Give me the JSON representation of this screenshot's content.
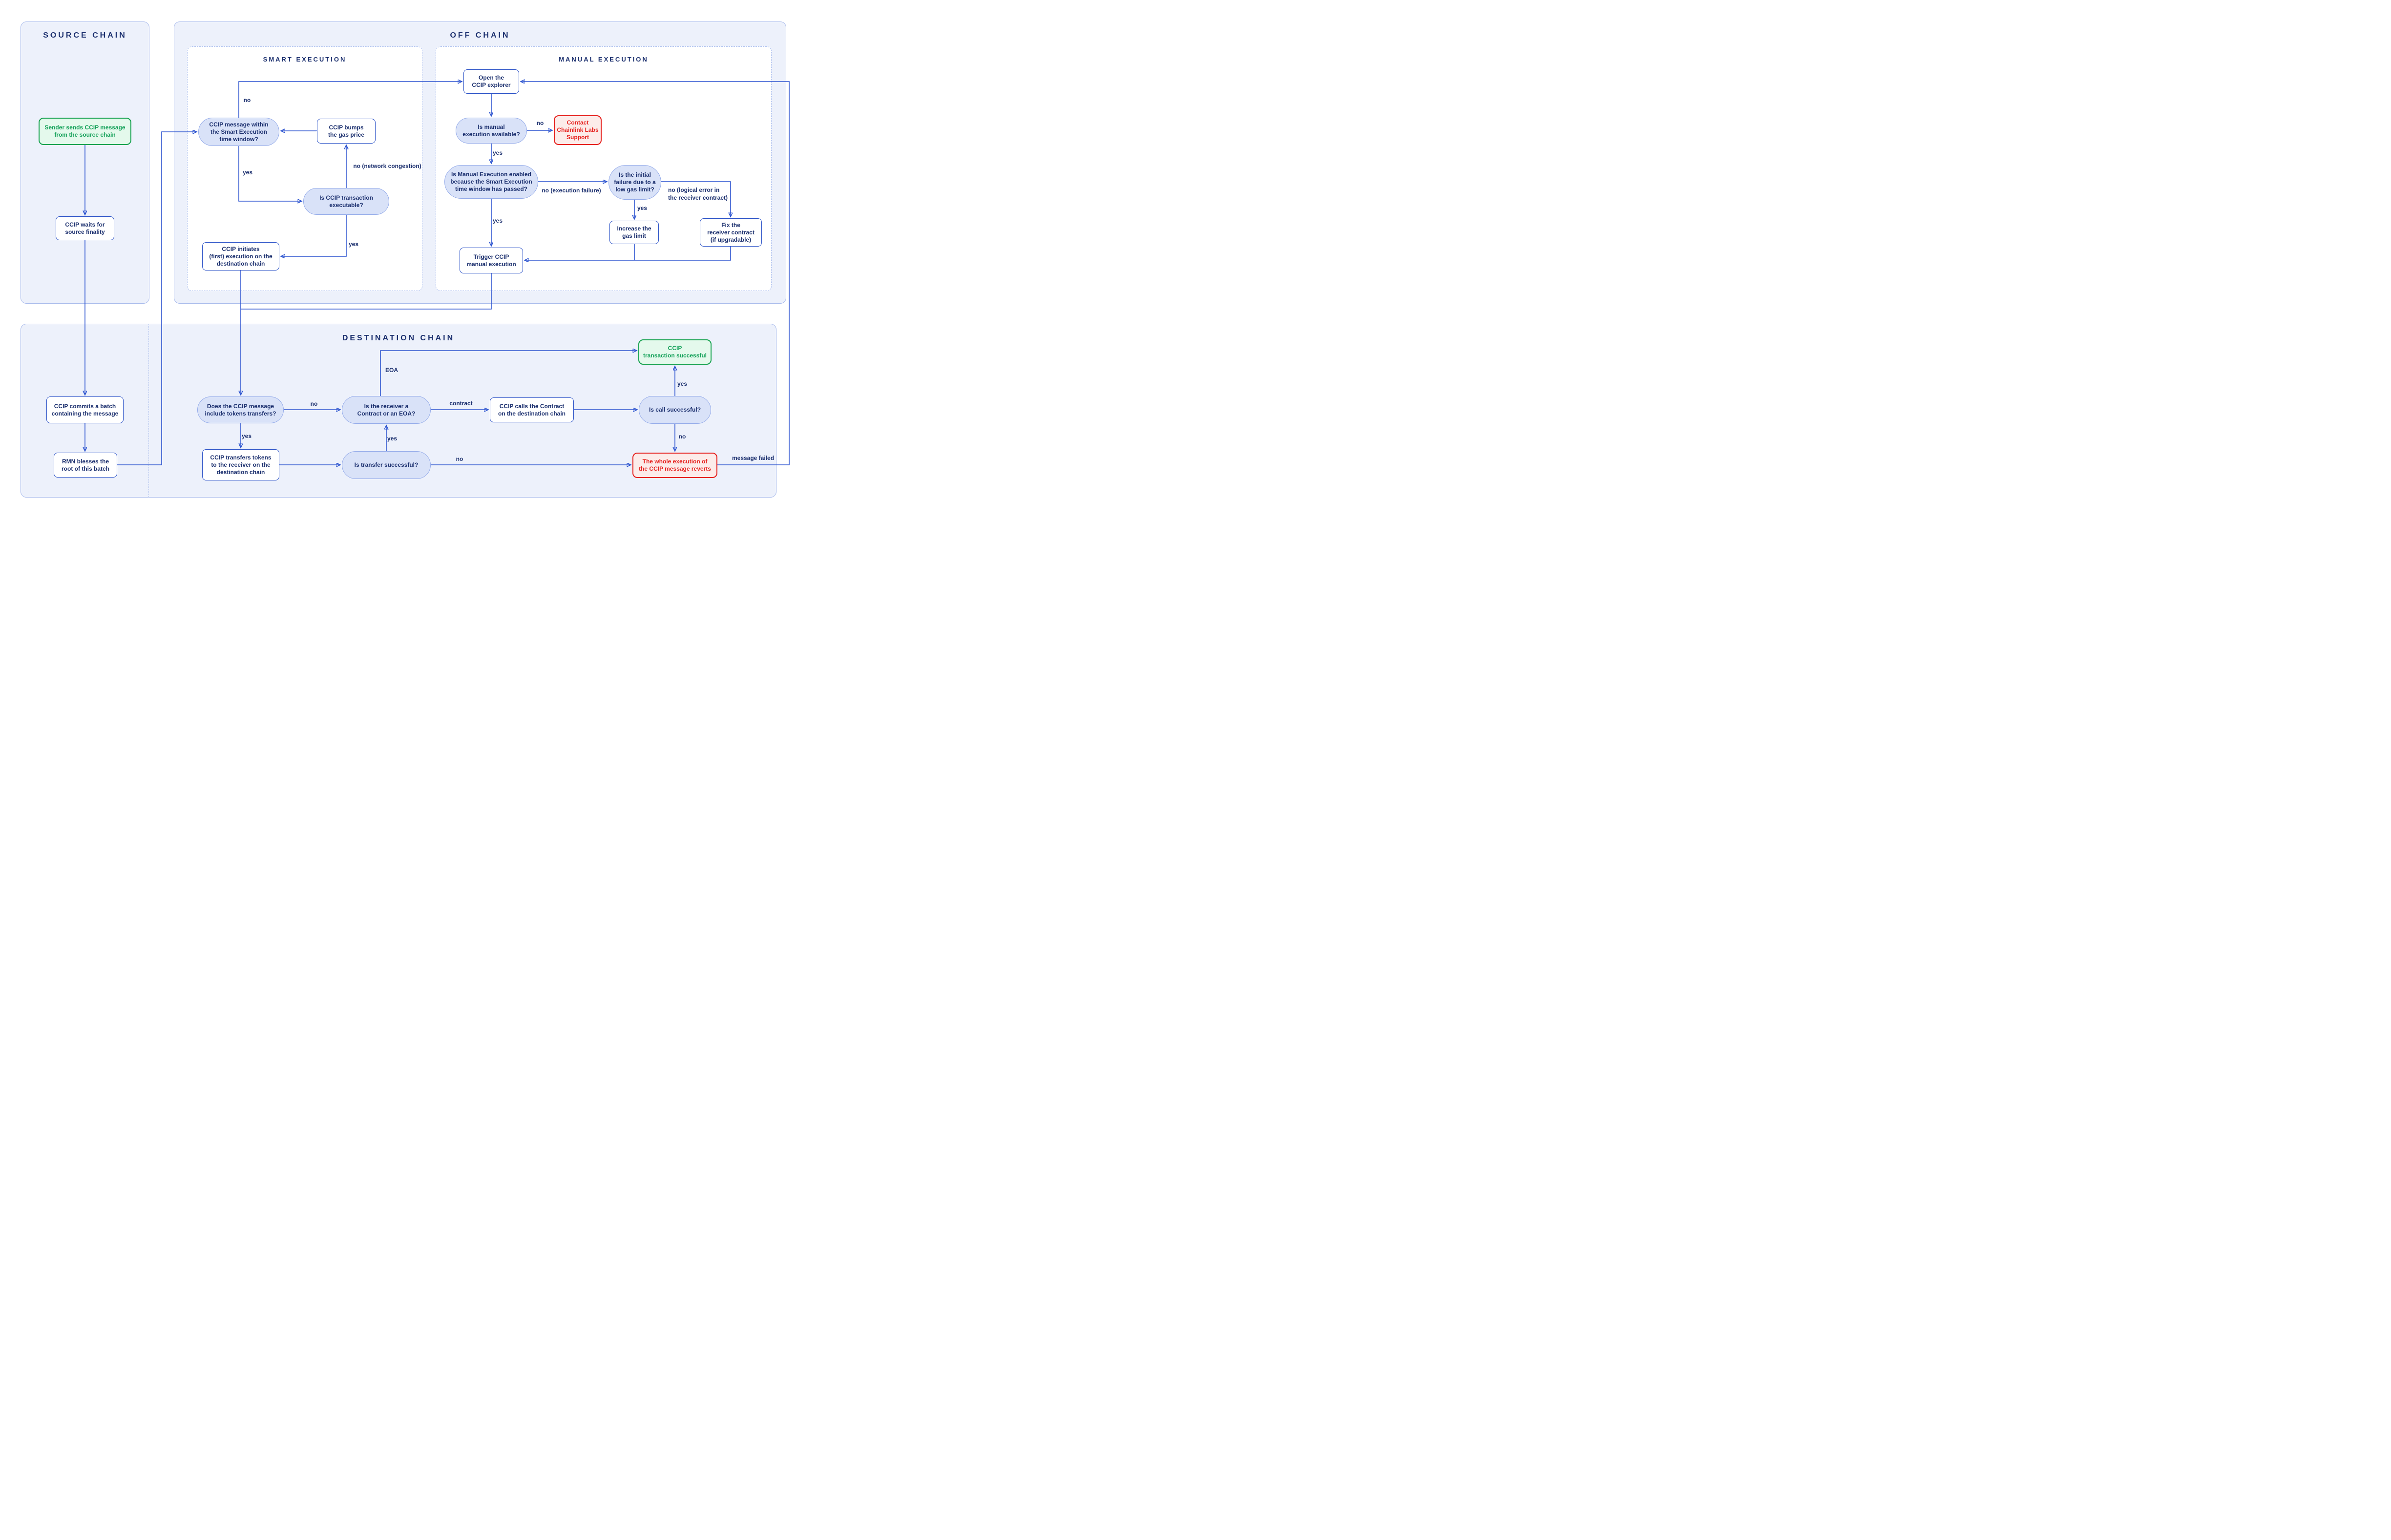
{
  "sections": {
    "source": "SOURCE CHAIN",
    "offchain": "OFF CHAIN",
    "smart": "SMART EXECUTION",
    "manual": "MANUAL EXECUTION",
    "destination": "DESTINATION CHAIN"
  },
  "nodes": {
    "sender": {
      "text": "Sender sends CCIP message\nfrom the source chain"
    },
    "waits": {
      "text": "CCIP waits for\nsource finality"
    },
    "commits": {
      "text": "CCIP commits a batch\ncontaining the message"
    },
    "rmn": {
      "text": "RMN blesses the\nroot of this batch"
    },
    "smartWindow": {
      "text": "CCIP message within\nthe Smart Execution\ntime window?"
    },
    "bumps": {
      "text": "CCIP bumps\nthe gas price"
    },
    "executable": {
      "text": "Is CCIP transaction\nexecutable?"
    },
    "initiates": {
      "text": "CCIP initiates\n(first) execution on the\ndestination chain"
    },
    "explorer": {
      "text": "Open the\nCCIP explorer"
    },
    "available": {
      "text": "Is manual\nexecution available?"
    },
    "contact": {
      "text": "Contact\nChainlink Labs\nSupport"
    },
    "enabled": {
      "text": "Is Manual Execution enabled\nbecause the Smart Execution\ntime window has passed?"
    },
    "initialFailure": {
      "text": "Is the initial\nfailure due to a\nlow gas limit?"
    },
    "increase": {
      "text": "Increase the\ngas limit"
    },
    "fix": {
      "text": "Fix the\nreceiver contract\n(if upgradable)"
    },
    "trigger": {
      "text": "Trigger CCIP\nmanual execution"
    },
    "doesInclude": {
      "text": "Does the CCIP message\ninclude tokens transfers?"
    },
    "transfers": {
      "text": "CCIP transfers tokens\nto the receiver on the\ndestination chain"
    },
    "receiver": {
      "text": "Is the receiver a\nContract or an EOA?"
    },
    "transferSuccess": {
      "text": "Is transfer successful?"
    },
    "calls": {
      "text": "CCIP calls the Contract\non the destination chain"
    },
    "callSuccess": {
      "text": "Is call successful?"
    },
    "txSuccess": {
      "text": "CCIP\ntransaction successful"
    },
    "reverts": {
      "text": "The whole execution of\nthe CCIP message reverts"
    }
  },
  "labels": {
    "no_smart_window": "no",
    "yes_smart_window": "yes",
    "no_network_congestion": "no (network congestion)",
    "yes_executable": "yes",
    "no_available": "no",
    "yes_available": "yes",
    "no_execution_failure": "no (execution failure)",
    "yes_enabled": "yes",
    "yes_low_gas": "yes",
    "no_logical_error": "no (logical error in\nthe receiver contract)",
    "eoa": "EOA",
    "contract": "contract",
    "yes_call": "yes",
    "no_call": "no",
    "yes_transfer": "yes",
    "no_transfer": "no",
    "no_include": "no",
    "yes_include": "yes",
    "message_failed": "message failed"
  },
  "colors": {
    "arrow_blue": "#2e55d0",
    "navy_text": "#1b2f6e",
    "panel_fill": "#edf1fb",
    "panel_border": "#a9bbec",
    "pill_fill": "#d9e2f8",
    "pill_border": "#93aae9",
    "process_border": "#2b52c7",
    "success_fill": "#e4f9ec",
    "success_border": "#17a24f",
    "success_text": "#13a158",
    "error_fill": "#fcecea",
    "error_border": "#e6211e",
    "error_text": "#e6211e"
  }
}
